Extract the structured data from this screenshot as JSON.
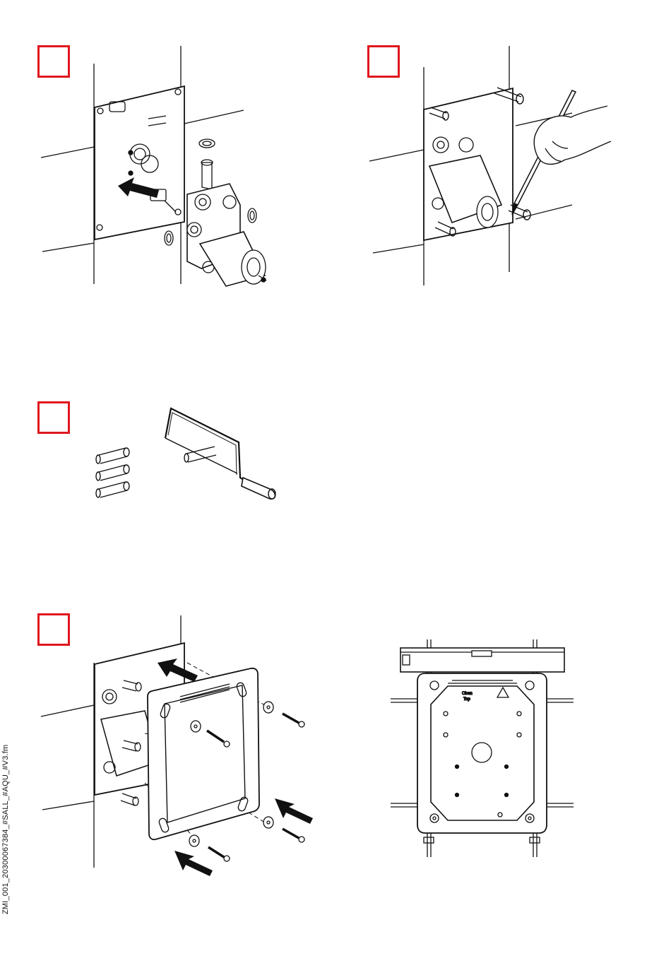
{
  "document": {
    "file_label": "ZMI_001_20300067384_#SALL_#AQU_#V3.fm",
    "level_box_labels": [
      "Oben",
      "Top"
    ],
    "accent_color": "#e0161e"
  },
  "icons": [
    "push-arrow-icon",
    "pencil-hand-icon",
    "hacksaw-icon",
    "screw-icon",
    "spirit-level-icon"
  ]
}
